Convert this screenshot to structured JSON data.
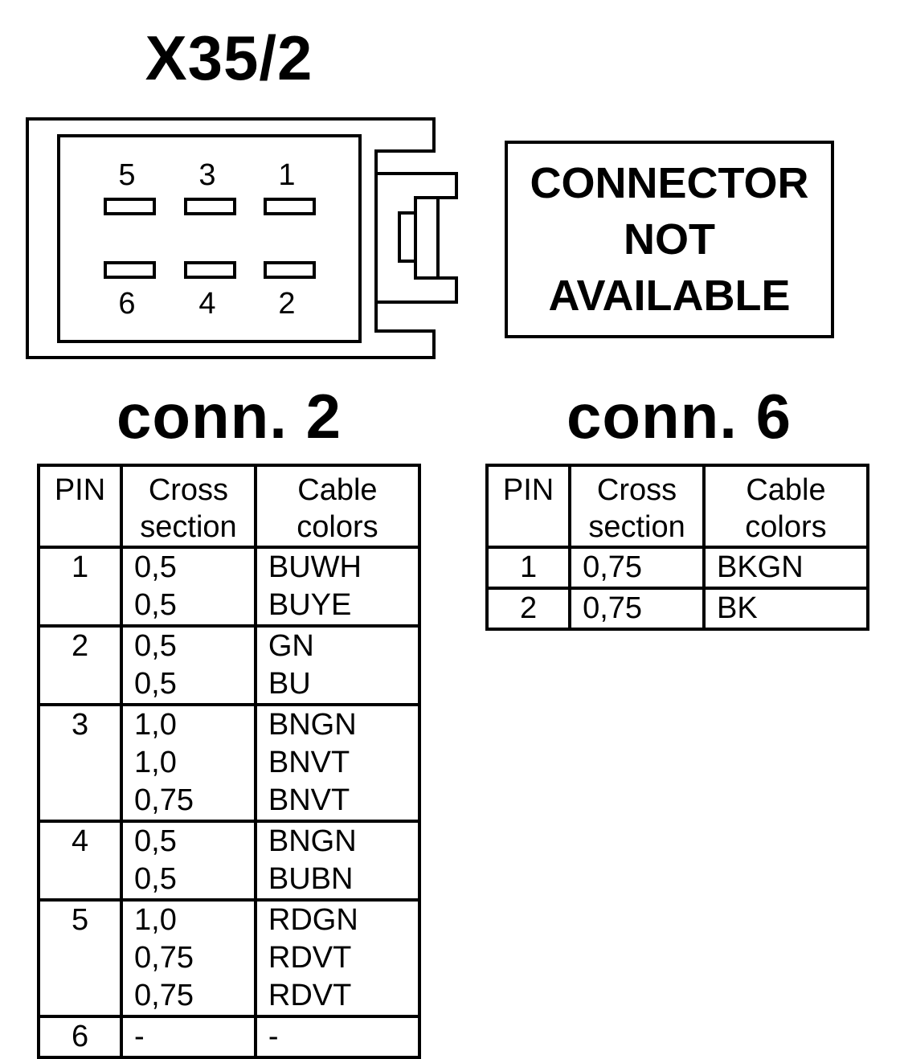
{
  "connector": {
    "name": "X35/2",
    "pin_labels_top": [
      "5",
      "3",
      "1"
    ],
    "pin_labels_bottom": [
      "6",
      "4",
      "2"
    ],
    "not_available_lines": [
      "CONNECTOR",
      "NOT",
      "AVAILABLE"
    ]
  },
  "tables": [
    {
      "title": "conn. 2",
      "headers": {
        "pin": "PIN",
        "cross_line1": "Cross",
        "cross_line2": "section",
        "colors_line1": "Cable",
        "colors_line2": "colors"
      },
      "rows": [
        {
          "pin": "1",
          "wires": [
            {
              "cross": "0,5",
              "color": "BUWH"
            },
            {
              "cross": "0,5",
              "color": "BUYE"
            }
          ]
        },
        {
          "pin": "2",
          "wires": [
            {
              "cross": "0,5",
              "color": "GN"
            },
            {
              "cross": "0,5",
              "color": "BU"
            }
          ]
        },
        {
          "pin": "3",
          "wires": [
            {
              "cross": "1,0",
              "color": "BNGN"
            },
            {
              "cross": "1,0",
              "color": "BNVT"
            },
            {
              "cross": "0,75",
              "color": "BNVT"
            }
          ]
        },
        {
          "pin": "4",
          "wires": [
            {
              "cross": "0,5",
              "color": "BNGN"
            },
            {
              "cross": "0,5",
              "color": "BUBN"
            }
          ]
        },
        {
          "pin": "5",
          "wires": [
            {
              "cross": "1,0",
              "color": "RDGN"
            },
            {
              "cross": "0,75",
              "color": "RDVT"
            },
            {
              "cross": "0,75",
              "color": "RDVT"
            }
          ]
        },
        {
          "pin": "6",
          "wires": [
            {
              "cross": "-",
              "color": "-"
            }
          ]
        }
      ]
    },
    {
      "title": "conn. 6",
      "headers": {
        "pin": "PIN",
        "cross_line1": "Cross",
        "cross_line2": "section",
        "colors_line1": "Cable",
        "colors_line2": "colors"
      },
      "rows": [
        {
          "pin": "1",
          "wires": [
            {
              "cross": "0,75",
              "color": "BKGN"
            }
          ]
        },
        {
          "pin": "2",
          "wires": [
            {
              "cross": "0,75",
              "color": "BK"
            }
          ]
        }
      ]
    }
  ]
}
